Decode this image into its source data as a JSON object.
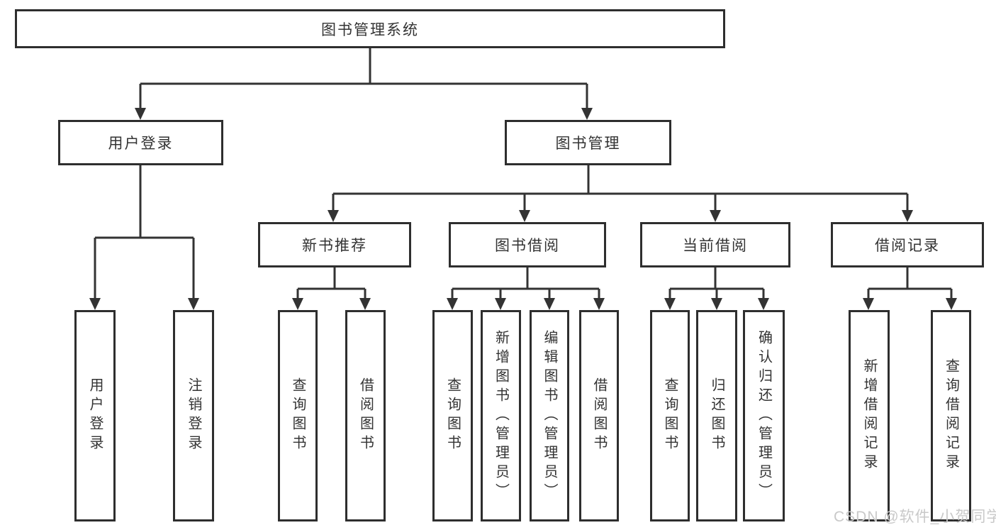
{
  "diagram": {
    "root": {
      "label": "图书管理系统"
    },
    "level2": {
      "user_login": {
        "label": "用户登录"
      },
      "book_mgmt": {
        "label": "图书管理"
      }
    },
    "level3": {
      "new_book": {
        "label": "新书推荐"
      },
      "borrow": {
        "label": "图书借阅"
      },
      "current": {
        "label": "当前借阅"
      },
      "records": {
        "label": "借阅记录"
      }
    },
    "leaves": {
      "user_login_1": "用户登录",
      "user_login_2": "注销登录",
      "new_book_1": "查询图书",
      "new_book_2": "借阅图书",
      "borrow_1": "查询图书",
      "borrow_2": "新增图书（管理员）",
      "borrow_3": "编辑图书（管理员）",
      "borrow_4": "借阅图书",
      "current_1": "查询图书",
      "current_2": "归还图书",
      "current_3": "确认归还（管理员）",
      "records_1": "新增借阅记录",
      "records_2": "查询借阅记录"
    }
  },
  "watermark": "CSDN @软件_小贺同学",
  "colors": {
    "line": "#333333",
    "border": "#2e2e2e",
    "text": "#333333",
    "watermark": "#c9c9c9"
  }
}
